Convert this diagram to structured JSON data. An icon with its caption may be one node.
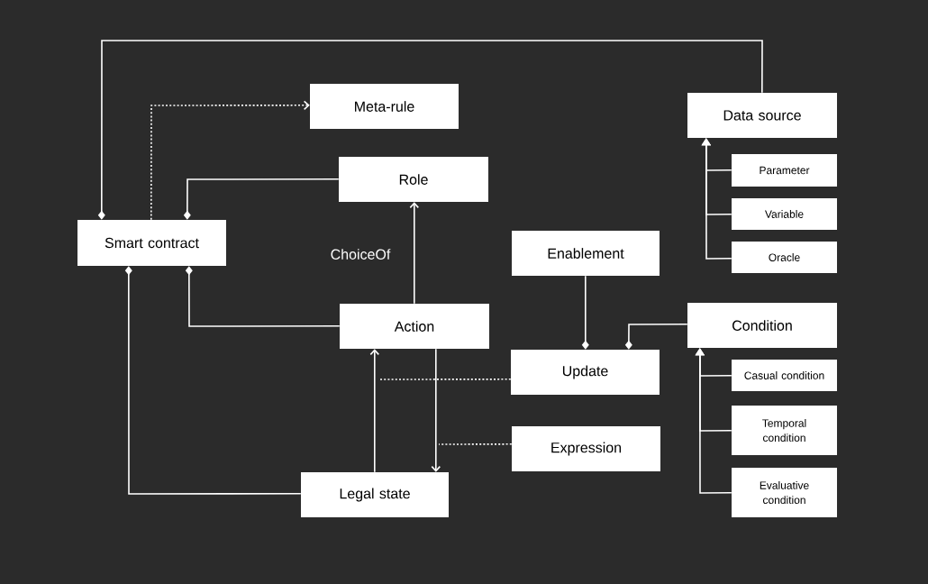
{
  "diagram": {
    "nodes": [
      {
        "text": [
          "Meta-rule"
        ]
      },
      {
        "text": [
          "Data source"
        ]
      },
      {
        "text": [
          "Role"
        ]
      },
      {
        "text": [
          "Parameter"
        ]
      },
      {
        "text": [
          "Variable"
        ]
      },
      {
        "text": [
          "Oracle"
        ]
      },
      {
        "text": [
          "Smart contract"
        ]
      },
      {
        "text": [
          "Enablement"
        ]
      },
      {
        "text": [
          "Action"
        ]
      },
      {
        "text": [
          "Condition"
        ]
      },
      {
        "text": [
          "Update"
        ]
      },
      {
        "text": [
          "Casual condition"
        ]
      },
      {
        "text": [
          "Temporal condition"
        ]
      },
      {
        "text": [
          "Evaluative condition"
        ]
      },
      {
        "text": [
          "Expression"
        ]
      },
      {
        "text": [
          "Legal state"
        ]
      }
    ],
    "edges": [
      {
        "from": 1,
        "to": 6,
        "arrow": "other"
      },
      {
        "from": 6,
        "to": 0,
        "arrow": "to",
        "style": "dashed"
      },
      {
        "from": 2,
        "to": 6,
        "arrow": "other"
      },
      {
        "from": 8,
        "to": 2,
        "arrow": "to",
        "label": "ChoiceOf"
      },
      {
        "from": 8,
        "to": 6,
        "arrow": "other"
      },
      {
        "from": 15,
        "to": 6,
        "arrow": "other"
      },
      {
        "from": 15,
        "to": 8,
        "arrow": "to"
      },
      {
        "from": 8,
        "to": 15,
        "arrow": "to"
      },
      {
        "from": 3,
        "to": 1,
        "arrow": "to"
      },
      {
        "from": 4,
        "to": 1,
        "arrow": "to"
      },
      {
        "from": 5,
        "to": 1,
        "arrow": "to"
      },
      {
        "from": 7,
        "to": 10,
        "arrow": "other"
      },
      {
        "from": 9,
        "to": 10,
        "arrow": "other"
      },
      {
        "from": 10,
        "to": null,
        "arrow": "none",
        "style": "dashed"
      },
      {
        "from": 14,
        "to": null,
        "arrow": "none",
        "style": "dashed"
      },
      {
        "from": 11,
        "to": 9,
        "arrow": "to"
      },
      {
        "from": 12,
        "to": 9,
        "arrow": "to"
      },
      {
        "from": 13,
        "to": 9,
        "arrow": "to"
      }
    ]
  }
}
